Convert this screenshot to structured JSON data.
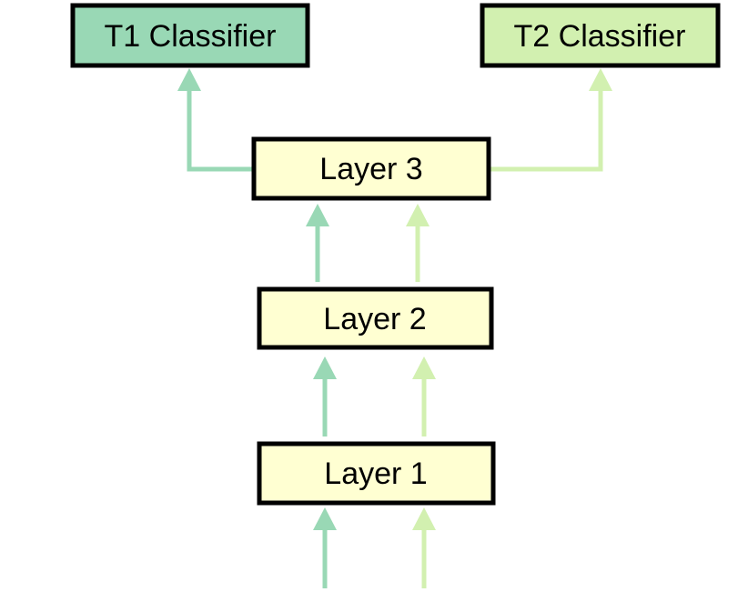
{
  "colors": {
    "t1_stream": "#99d8b5",
    "t2_stream": "#d2f0b0",
    "t1_box_fill": "#99d8b5",
    "t2_box_fill": "#d2f0b0",
    "layer_fill": "#ffffd2",
    "border": "#000000"
  },
  "nodes": {
    "t1_classifier": "T1 Classifier",
    "t2_classifier": "T2 Classifier",
    "layer3": "Layer 3",
    "layer2": "Layer 2",
    "layer1": "Layer 1"
  },
  "edges": [
    {
      "from": "input",
      "to": "layer1",
      "stream": "t1"
    },
    {
      "from": "input",
      "to": "layer1",
      "stream": "t2"
    },
    {
      "from": "layer1",
      "to": "layer2",
      "stream": "t1"
    },
    {
      "from": "layer1",
      "to": "layer2",
      "stream": "t2"
    },
    {
      "from": "layer2",
      "to": "layer3",
      "stream": "t1"
    },
    {
      "from": "layer2",
      "to": "layer3",
      "stream": "t2"
    },
    {
      "from": "layer3",
      "to": "t1_classifier",
      "stream": "t1"
    },
    {
      "from": "layer3",
      "to": "t2_classifier",
      "stream": "t2"
    }
  ]
}
